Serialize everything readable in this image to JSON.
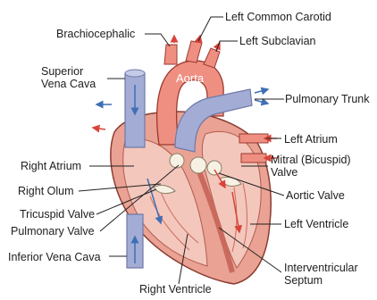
{
  "labels": {
    "brachiocephalic": "Brachiocephalic",
    "left_common_carotid": "Left Common Carotid",
    "left_subclavian": "Left Subclavian",
    "superior_vena_cava": "Superior\nVena Cava",
    "aorta": "Aorta",
    "pulmonary_trunk": "Pulmonary Trunk",
    "left_atrium": "Left Atrium",
    "right_atrium": "Right Atrium",
    "mitral_valve": "Mitral (Bicuspid)\nValve",
    "right_olum": "Right Olum",
    "aortic_valve": "Aortic Valve",
    "tricuspid_valve": "Tricuspid Valve",
    "pulmonary_valve": "Pulmonary Valve",
    "left_ventricle": "Left Ventricle",
    "inferior_vena_cava": "Inferior Vena Cava",
    "interventricular_septum": "Interventricular\nSeptum",
    "right_ventricle": "Right Ventricle"
  },
  "colors": {
    "heart_muscle": "#e9a293",
    "heart_muscle_dark": "#c96a5d",
    "chamber": "#f4c7bc",
    "aorta": "#ef8f82",
    "vein_blue": "#a3acd4",
    "vein_blue_dark": "#6f79a8",
    "valve": "#f7f1e4",
    "arrow_blue": "#3f6fb5",
    "arrow_red": "#d9433a",
    "line": "#222222"
  }
}
